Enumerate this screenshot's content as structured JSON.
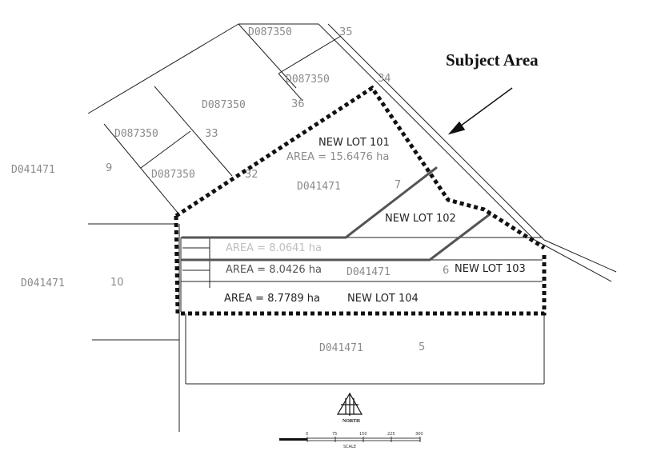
{
  "subject_area_label": "Subject Area",
  "parcels": [
    {
      "id": "dp35",
      "plan": "D087350",
      "lot": "35"
    },
    {
      "id": "dp34",
      "plan": "D087350",
      "lot": "34"
    },
    {
      "id": "dp36",
      "plan": "D087350",
      "lot": "36"
    },
    {
      "id": "dp33",
      "plan": "D087350",
      "lot": "33"
    },
    {
      "id": "dp32",
      "plan": "D087350",
      "lot": "32"
    },
    {
      "id": "dp9",
      "plan": "D041471",
      "lot": "9"
    },
    {
      "id": "dp7",
      "plan": "D041471",
      "lot": "7"
    },
    {
      "id": "dp6",
      "plan": "D041471",
      "lot": "6"
    },
    {
      "id": "dp10",
      "plan": "D041471",
      "lot": "10"
    },
    {
      "id": "dp5",
      "plan": "D041471",
      "lot": "5"
    }
  ],
  "new_lots": [
    {
      "id": "lot101",
      "name": "NEW LOT 101",
      "area": "AREA = 15.6476 ha"
    },
    {
      "id": "lot102",
      "name": "NEW LOT 102",
      "area": "AREA = 8.0641 ha"
    },
    {
      "id": "lot103",
      "name": "NEW LOT 103",
      "area": "AREA = 8.0426 ha"
    },
    {
      "id": "lot104",
      "name": "NEW LOT 104",
      "area": "AREA = 8.7789 ha"
    }
  ],
  "north_label": "NORTH",
  "scale": {
    "ticks": [
      "0",
      "75",
      "150",
      "225",
      "300"
    ],
    "label": "SCALE"
  },
  "colors": {
    "boundary": "#111111",
    "label_grey": "#8a8a8a"
  }
}
